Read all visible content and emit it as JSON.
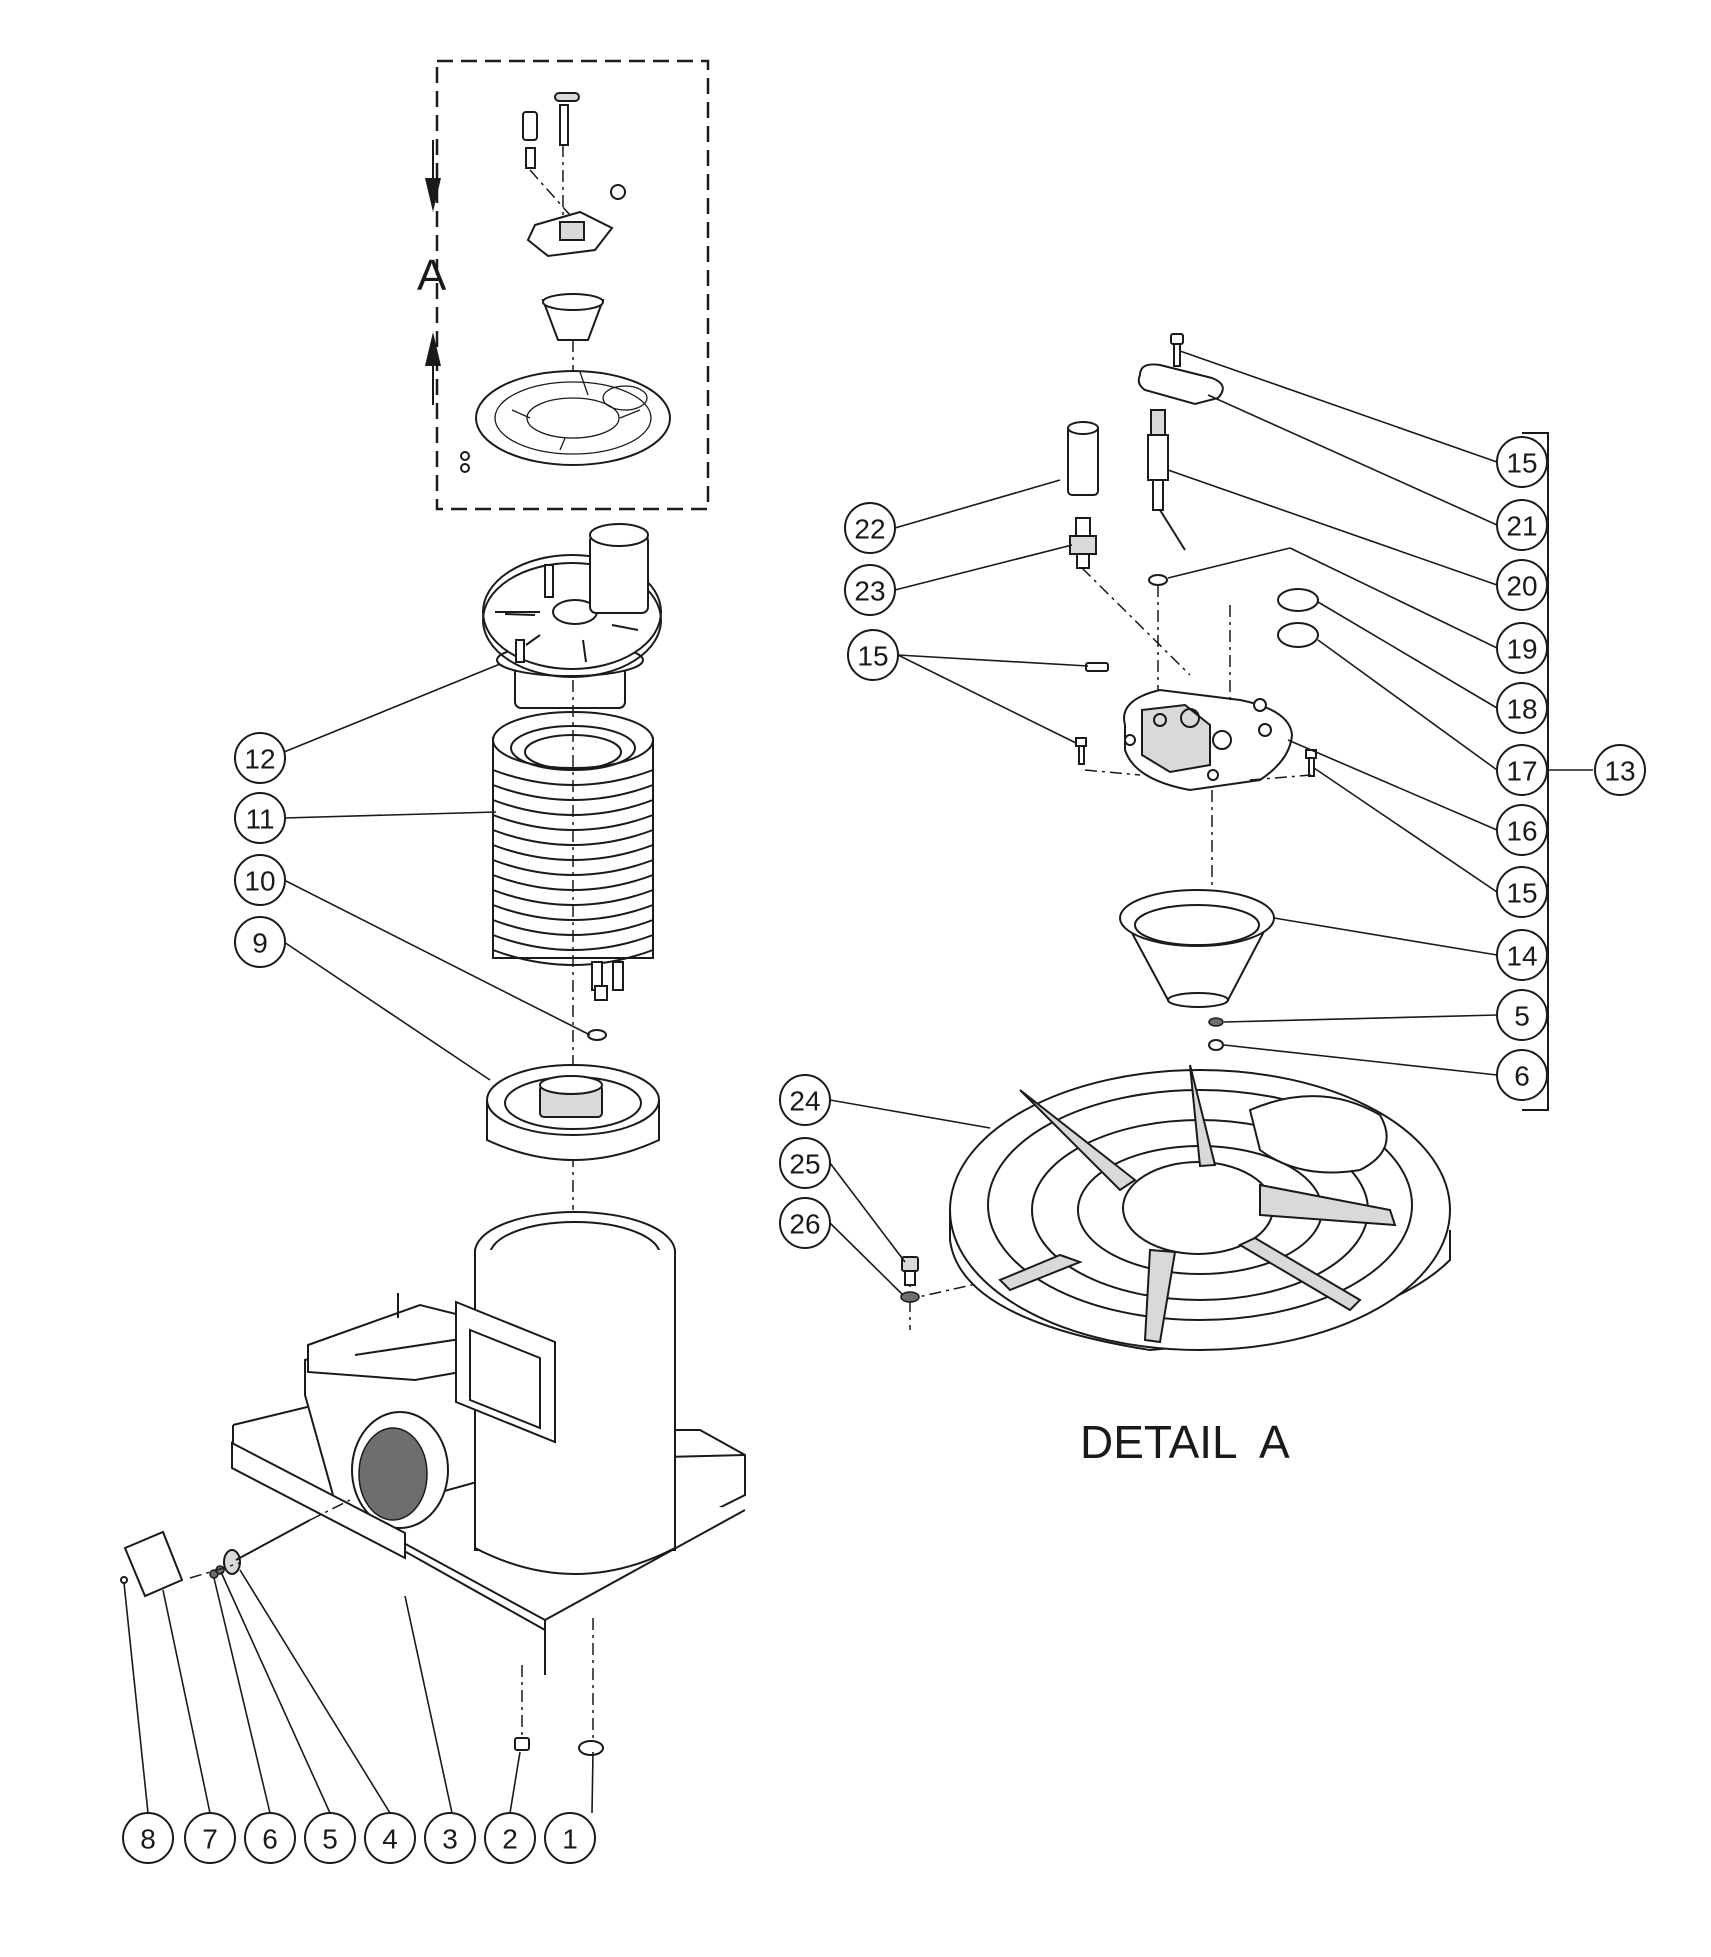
{
  "view_label": "A",
  "detail_title": "DETAIL  A",
  "callouts": {
    "c1": "1",
    "c2": "2",
    "c3": "3",
    "c4": "4",
    "c5": "5",
    "c6": "6",
    "c7": "7",
    "c8": "8",
    "c9": "9",
    "c10": "10",
    "c11": "11",
    "c12": "12",
    "c13": "13",
    "c14": "14",
    "c15a": "15",
    "c15b": "15",
    "c15c": "15",
    "c16": "16",
    "c17": "17",
    "c18": "18",
    "c19": "19",
    "c20": "20",
    "c21": "21",
    "c22": "22",
    "c23": "23",
    "c5b": "5",
    "c6b": "6",
    "c24": "24",
    "c25": "25",
    "c26": "26"
  }
}
